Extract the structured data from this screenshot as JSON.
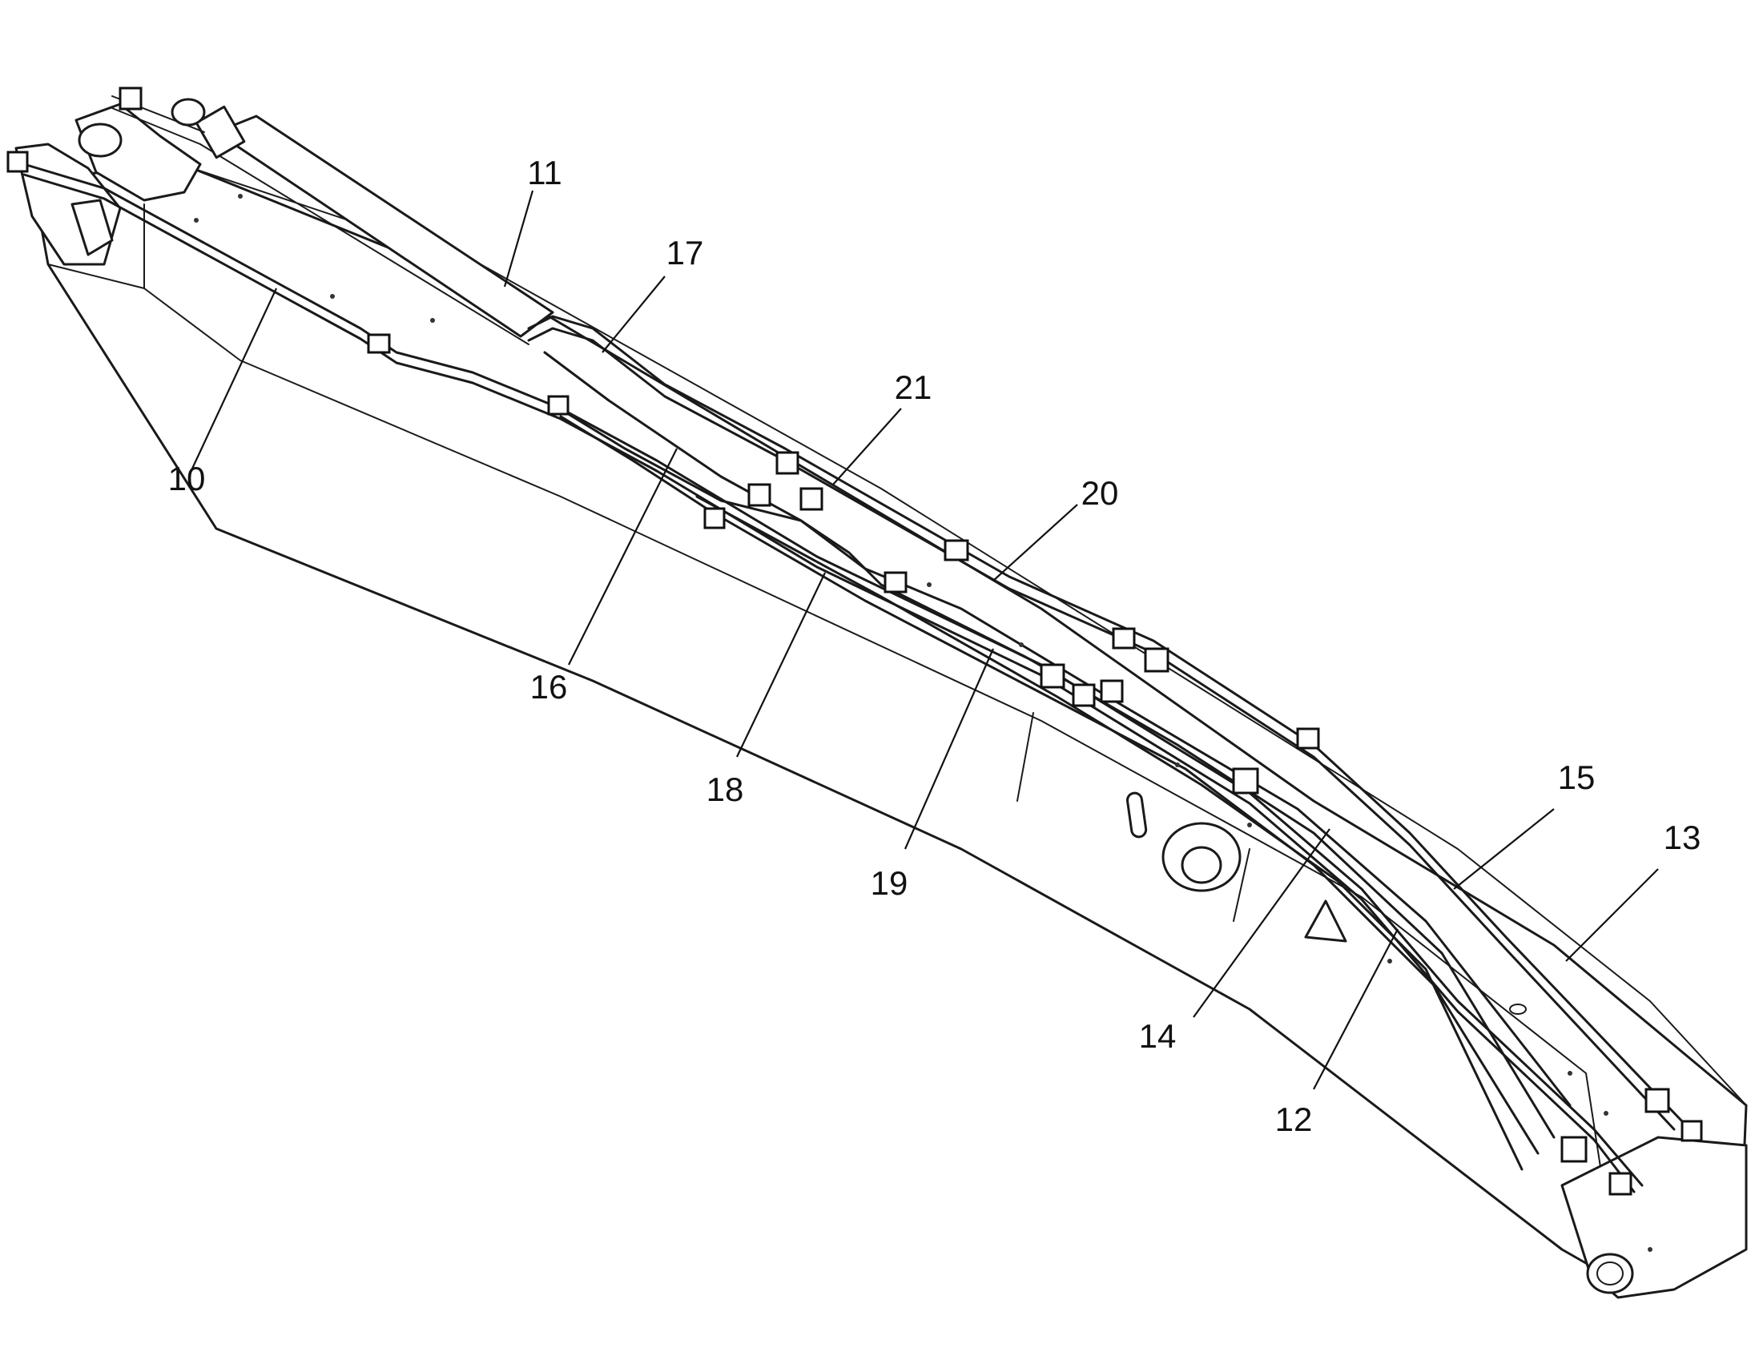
{
  "diagram": {
    "callouts": [
      {
        "id": "c10",
        "label": "10"
      },
      {
        "id": "c11",
        "label": "11"
      },
      {
        "id": "c12",
        "label": "12"
      },
      {
        "id": "c13",
        "label": "13"
      },
      {
        "id": "c14",
        "label": "14"
      },
      {
        "id": "c15",
        "label": "15"
      },
      {
        "id": "c16",
        "label": "16"
      },
      {
        "id": "c17",
        "label": "17"
      },
      {
        "id": "c18",
        "label": "18"
      },
      {
        "id": "c19",
        "label": "19"
      },
      {
        "id": "c20",
        "label": "20"
      },
      {
        "id": "c21",
        "label": "21"
      }
    ]
  }
}
